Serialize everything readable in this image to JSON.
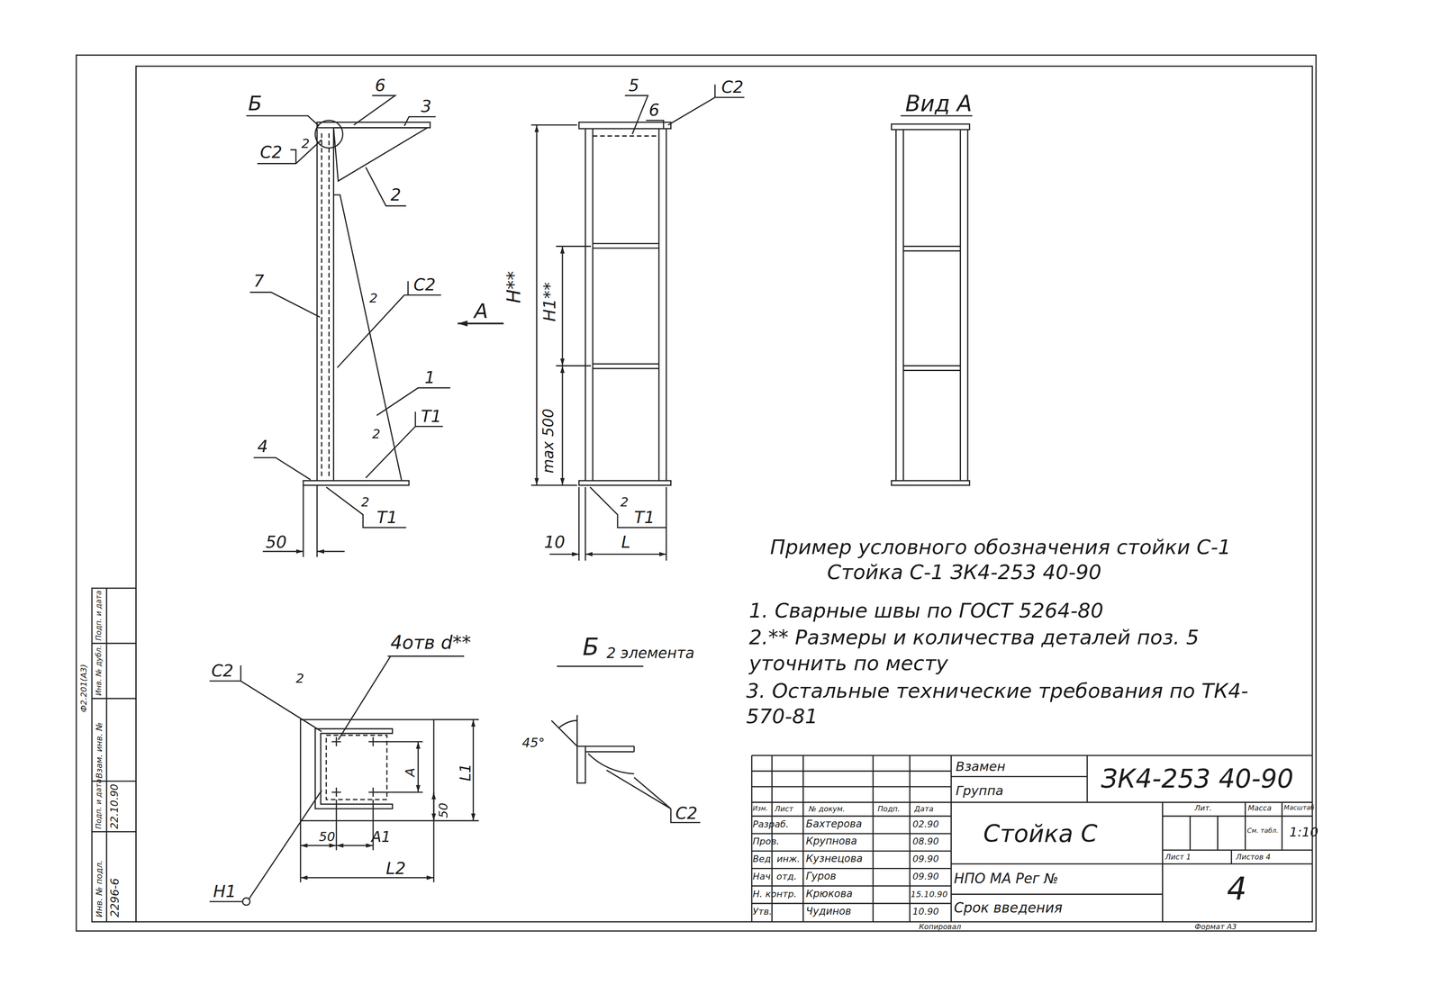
{
  "diagram": {
    "labels": [
      "Б",
      "6",
      "3",
      "2",
      "С2",
      "2",
      "7",
      "2",
      "С2",
      "1",
      "2",
      "Т1",
      "4",
      "2",
      "Т1",
      "50",
      "5",
      "6",
      "С2",
      "А",
      "Н**",
      "Н1**",
      "max 500",
      "2",
      "Т1",
      "10",
      "L",
      "Вид А",
      "С2",
      "2",
      "4отв d**",
      "Н1",
      "А",
      "L1",
      "50",
      "50",
      "А1",
      "L2",
      "Б",
      "2 элемента",
      "45°",
      "С2",
      "Пример условного обозначения стойки С-1",
      "Стойка С-1 ЗК4-253 40-90",
      "1. Сварные швы по ГОСТ 5264-80",
      "2.** Размеры и количества деталей поз. 5 уточнить по месту",
      "3. Остальные технические требования по ТК4-570-81",
      "Взамен",
      "Группа",
      "ЗК4-253 40-90",
      "Изм.",
      "Лист",
      "№ докум.",
      "Подп.",
      "Дата",
      "Разраб.",
      "Бахтерова",
      "02.90",
      "Пров.",
      "Крупнова",
      "08.90",
      "Вед. инж.",
      "Кузнецова",
      "09.90",
      "Нач. отд.",
      "Гуров",
      "09.90",
      "Н. контр.",
      "Крюкова",
      "15.10.90",
      "Утв.",
      "Чудинов",
      "10.90",
      "Стойка С",
      "Лит.",
      "Масса",
      "Масштаб",
      "См. табл.",
      "1:10",
      "Лист 1",
      "Листов 4",
      "4",
      "НПО МА Рег №",
      "Срок введения",
      "Копировал",
      "Формат А3",
      "Ф2.201(А3)",
      "Инв. № подл.",
      "Подп. и дата",
      "Взам. инв. №",
      "Инв. № дубл.",
      "Подп. и дата",
      "2296-6",
      "22.10.90"
    ]
  }
}
